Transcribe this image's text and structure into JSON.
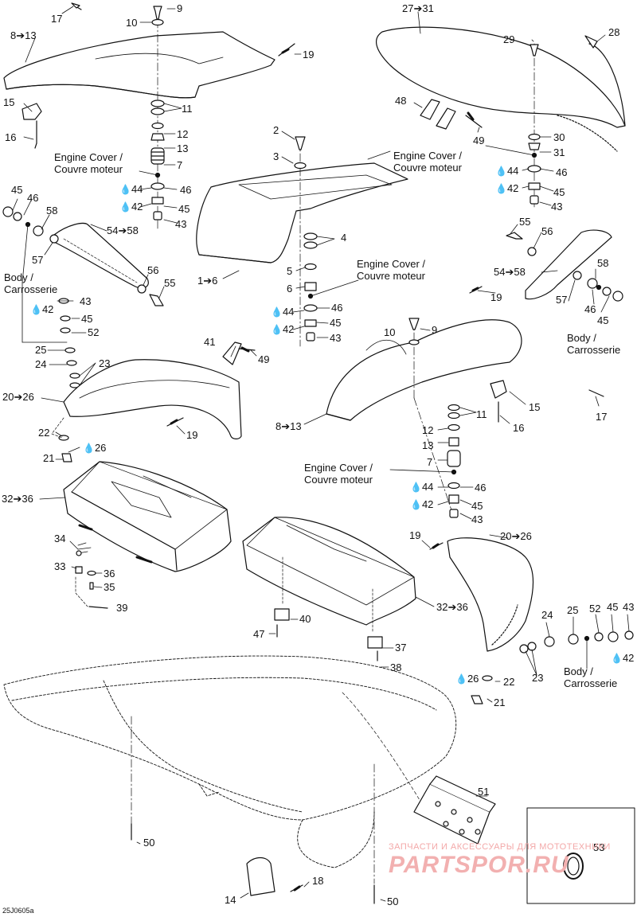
{
  "figure_code": "25J0605a",
  "watermark": {
    "line1": "ЗАПЧАСТИ И АКСЕССУАРЫ ДЛЯ МОТОТЕХНИКИ",
    "line2": "PARTSPOR.RU"
  },
  "drop_symbol": "💧",
  "notes": {
    "engine_cover": "Engine Cover /\nCouvre moteur",
    "body": "Body /\nCarrosserie"
  },
  "labels": {
    "p17a": "17",
    "p9a": "9",
    "p10a": "10",
    "p8_13a": "8➔13",
    "p19a": "19",
    "p15a": "15",
    "p16a": "16",
    "p11a": "11",
    "p12a": "12",
    "p13a": "13",
    "p7a": "7",
    "p44a": "44",
    "p46a": "46",
    "p42a": "42",
    "p45a": "45",
    "p43a": "43",
    "p27_31": "27➔31",
    "p28": "28",
    "p29": "29",
    "p48": "48",
    "p49a": "49",
    "p30": "30",
    "p31": "31",
    "p44b": "44",
    "p46b": "46",
    "p42b": "42",
    "p45b": "45",
    "p43b": "43",
    "p2": "2",
    "p3": "3",
    "p4": "4",
    "p5": "5",
    "p6": "6",
    "p1_6": "1➔6",
    "p44c": "44",
    "p46c": "46",
    "p42c": "42",
    "p45c": "45",
    "p43c": "43",
    "p45d": "45",
    "p46d": "46",
    "p58a": "58",
    "p57a": "57",
    "p54_58a": "54➔58",
    "p56a": "56",
    "p55a": "55",
    "p43d": "43",
    "p42d": "42",
    "p45e": "45",
    "p52a": "52",
    "p25a": "25",
    "p24a": "24",
    "p23a": "23",
    "p55b": "55",
    "p56b": "56",
    "p54_58b": "54➔58",
    "p58b": "58",
    "p57b": "57",
    "p46e": "46",
    "p45f": "45",
    "p19b": "19",
    "p10b": "10",
    "p9b": "9",
    "p41": "41",
    "p49b": "49",
    "p20_26a": "20➔26",
    "p19c": "19",
    "p15b": "15",
    "p17b": "17",
    "p8_13b": "8➔13",
    "p11b": "11",
    "p16b": "16",
    "p12b": "12",
    "p13b": "13",
    "p7b": "7",
    "p44d": "44",
    "p46f": "46",
    "p42e": "42",
    "p45g": "45",
    "p43e": "43",
    "p22a": "22",
    "p26a": "26",
    "p21a": "21",
    "p32_36a": "32➔36",
    "p34": "34",
    "p33": "33",
    "p36": "36",
    "p35": "35",
    "p39": "39",
    "p19d": "19",
    "p20_26b": "20➔26",
    "p32_36b": "32➔36",
    "p40": "40",
    "p47": "47",
    "p37": "37",
    "p38": "38",
    "p24b": "24",
    "p25b": "25",
    "p52b": "52",
    "p45h": "45",
    "p43f": "43",
    "p42f": "42",
    "p23b": "23",
    "p26b": "26",
    "p22b": "22",
    "p21b": "21",
    "p51": "51",
    "p50a": "50",
    "p50b": "50",
    "p53": "53",
    "p18": "18",
    "p14": "14"
  }
}
